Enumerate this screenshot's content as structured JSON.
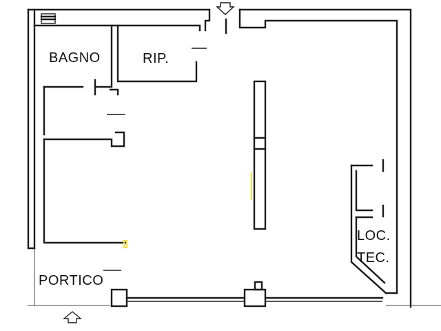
{
  "rooms": {
    "bagno": "BAGNO",
    "ripostiglio": "RIP.",
    "portico": "PORTICO",
    "locale_tecnico_line1": "LOC.",
    "locale_tecnico_line2": "TEC."
  },
  "icons": {
    "top_entrance": "arrow-down-icon",
    "bottom_entrance": "arrow-up-icon"
  },
  "colors": {
    "walls": "#1a1a1a",
    "background": "#ffffff",
    "marks": "#f2df3a"
  }
}
